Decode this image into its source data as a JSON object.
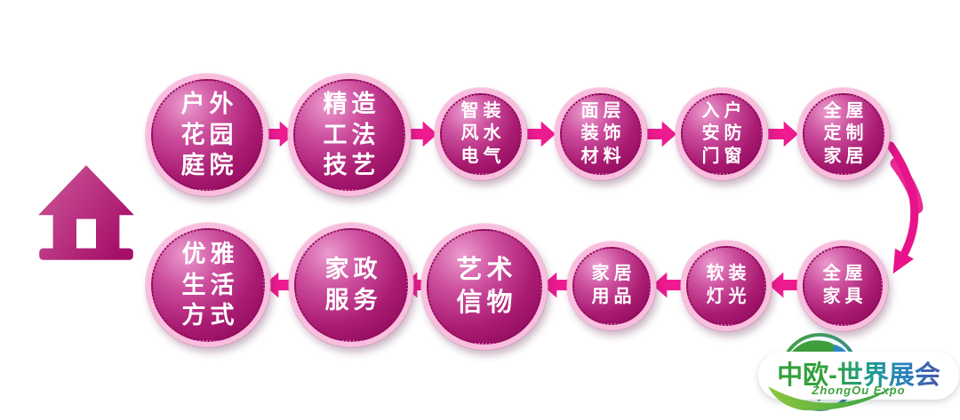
{
  "diagram": {
    "theme": "home-living expo service chain flow",
    "colors": {
      "circle_ring": "#f9bedd",
      "circle_dotted_ring": "#8c0a5a",
      "circle_fill_light": "#eb9cce",
      "circle_fill_dark": "#920c60",
      "arrow": "#ee1b90",
      "house": "#a50f68",
      "logo_green": "#33a03c",
      "logo_blue": "#4f53a5",
      "background": "#ffffff"
    },
    "icons": {
      "house": "house-icon",
      "globe": "globe-icon",
      "flow_arrow_right": "arrow-right-icon",
      "flow_arrow_left": "arrow-left-icon",
      "curved_connector": "curved-arrow-down-icon"
    }
  },
  "flow": {
    "top_row": [
      {
        "id": "outdoor-garden",
        "lines": [
          "户外",
          "花园",
          "庭院"
        ]
      },
      {
        "id": "craft-methods",
        "lines": [
          "精造",
          "工法",
          "技艺"
        ]
      },
      {
        "id": "smart-fengshui-electric",
        "lines": [
          "智装",
          "风水",
          "电气"
        ]
      },
      {
        "id": "surface-decor-materials",
        "lines": [
          "面层",
          "装饰",
          "材料"
        ]
      },
      {
        "id": "entry-security-doors",
        "lines": [
          "入户",
          "安防",
          "门窗"
        ]
      },
      {
        "id": "whole-house-custom",
        "lines": [
          "全屋",
          "定制",
          "家居"
        ]
      }
    ],
    "bottom_row": [
      {
        "id": "elegant-lifestyle",
        "lines": [
          "优雅",
          "生活",
          "方式"
        ]
      },
      {
        "id": "housekeeping-service",
        "lines": [
          "家政",
          "服务"
        ]
      },
      {
        "id": "art-keepsakes",
        "lines": [
          "艺术",
          "信物"
        ]
      },
      {
        "id": "home-goods",
        "lines": [
          "家居",
          "用品"
        ]
      },
      {
        "id": "soft-decor-lighting",
        "lines": [
          "软装",
          "灯光"
        ]
      },
      {
        "id": "whole-house-furniture",
        "lines": [
          "全屋",
          "家具"
        ]
      }
    ]
  },
  "logo": {
    "title": "中欧-世界展会",
    "subtitle": "ZhongOu Expo"
  }
}
